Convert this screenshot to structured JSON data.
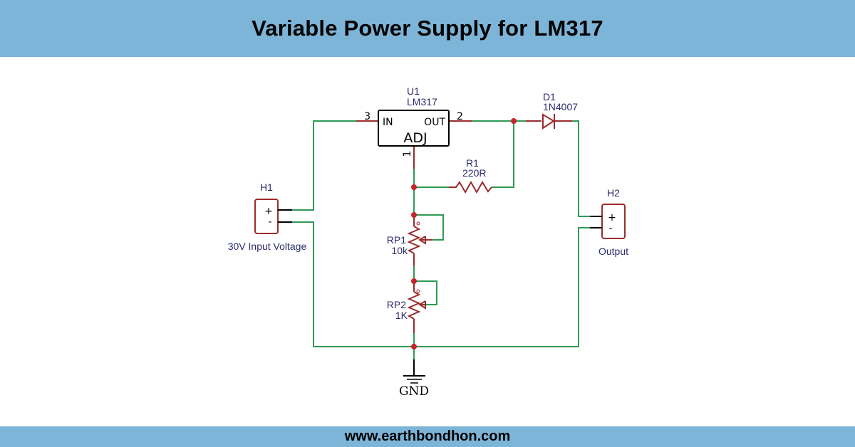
{
  "header": {
    "title": "Variable Power Supply for LM317"
  },
  "footer": {
    "url": "www.earthbondhon.com"
  },
  "colors": {
    "banner": "#7db5d8",
    "wire": "#2e9a55",
    "component": "#9b2c2c",
    "junction": "#c8232c",
    "label": "#2b2b6e"
  },
  "components": {
    "u1": {
      "ref": "U1",
      "value": "LM317",
      "pin_in_label": "IN",
      "pin_out_label": "OUT",
      "pin_adj_label": "ADJ",
      "pin_in_number": "3",
      "pin_out_number": "2",
      "pin_adj_number": "1"
    },
    "d1": {
      "ref": "D1",
      "value": "1N4007"
    },
    "r1": {
      "ref": "R1",
      "value": "220R"
    },
    "rp1": {
      "ref": "RP1",
      "value": "10k"
    },
    "rp2": {
      "ref": "RP2",
      "value": "1K"
    },
    "h1": {
      "ref": "H1",
      "plus": "+",
      "minus": "-",
      "caption": "30V Input Voltage"
    },
    "h2": {
      "ref": "H2",
      "plus": "+",
      "minus": "-",
      "caption": "Output"
    },
    "gnd": {
      "label": "GND"
    }
  }
}
